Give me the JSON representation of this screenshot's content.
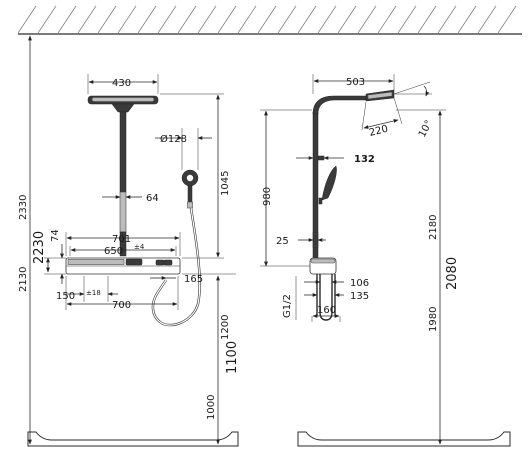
{
  "front": {
    "width_430": "430",
    "diameter_128": "Ø128",
    "dim_64": "64",
    "dim_1045": "1045",
    "dim_2330": "2330",
    "dim_2230": "2230",
    "dim_2130": "2130",
    "dim_74": "74",
    "dim_701": "701",
    "dim_650": "650",
    "tol_4": "±4",
    "dim_150": "150",
    "tol_18": "±18",
    "dim_700": "700",
    "dim_165": "165",
    "dim_1200": "1200",
    "dim_1100": "1100",
    "dim_1000": "1000"
  },
  "side": {
    "dim_503": "503",
    "dim_220": "220",
    "angle_10": "10°",
    "dim_132": "132",
    "dim_980": "980",
    "dim_25": "25",
    "dim_106": "106",
    "dim_135": "135",
    "thread_g12": "G1/2",
    "dim_160": "160",
    "dim_2180": "2180",
    "dim_2080": "2080",
    "dim_1980": "1980"
  }
}
